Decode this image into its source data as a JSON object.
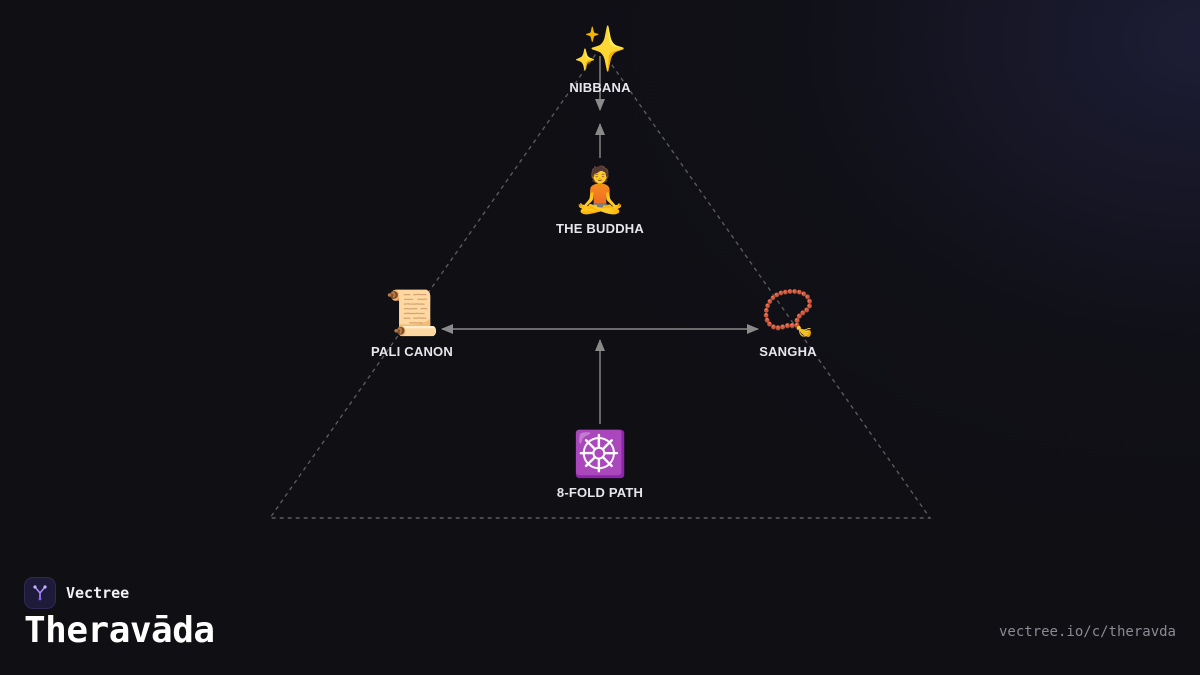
{
  "brand": {
    "name": "Vectree",
    "logo_icon": "tree-branch-icon",
    "accent": "#8b5cf6"
  },
  "title": "Theravāda",
  "url": "vectree.io/c/theravda",
  "diagram": {
    "nodes": [
      {
        "id": "nibbana",
        "label": "NIBBANA",
        "icon": "sparkles-icon",
        "emoji": "✨"
      },
      {
        "id": "buddha",
        "label": "THE BUDDHA",
        "icon": "meditating-person-icon",
        "emoji": "🧘"
      },
      {
        "id": "pali-canon",
        "label": "PALI CANON",
        "icon": "scroll-icon",
        "emoji": "📜"
      },
      {
        "id": "sangha",
        "label": "SANGHA",
        "icon": "prayer-beads-icon",
        "emoji": "📿"
      },
      {
        "id": "path",
        "label": "8-FOLD PATH",
        "icon": "dharma-wheel-icon",
        "emoji": "☸️"
      }
    ],
    "edges": [
      {
        "from": "buddha",
        "to": "nibbana"
      },
      {
        "from": "path",
        "to": "buddha"
      },
      {
        "from": "pali-canon",
        "to": "sangha",
        "bidirectional": true
      }
    ],
    "colors": {
      "edge": "#8a8a8a",
      "triangle": "#5a5a5a"
    }
  }
}
